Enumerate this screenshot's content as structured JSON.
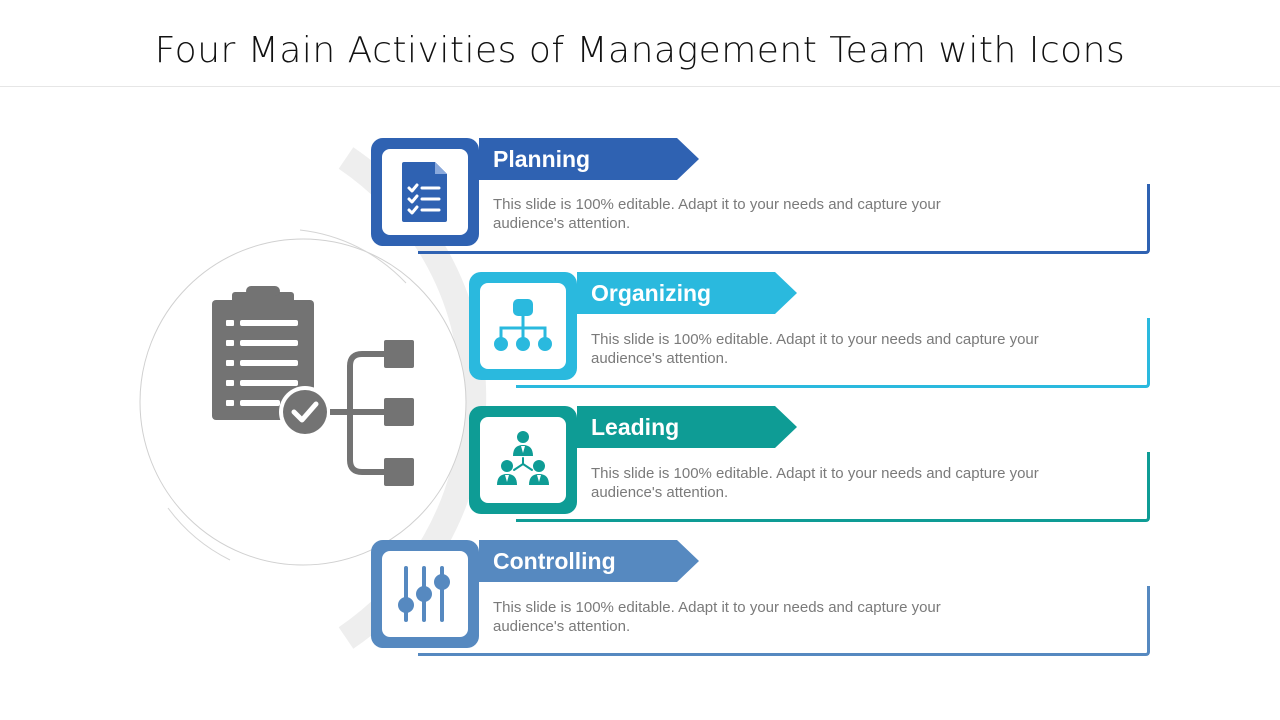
{
  "title": "Four Main Activities of Management Team with Icons",
  "hub": {
    "icon": "clipboard-hierarchy-icon"
  },
  "items": [
    {
      "label": "Planning",
      "description": "This slide is 100% editable. Adapt it to your needs and capture your audience's attention.",
      "color": "#2f62b2",
      "icon": "document-checklist-icon"
    },
    {
      "label": "Organizing",
      "description": "This slide is 100% editable. Adapt it to your needs and capture your audience's attention.",
      "color": "#2ab9de",
      "icon": "org-chart-icon"
    },
    {
      "label": "Leading",
      "description": "This slide is 100% editable. Adapt it to your needs and capture your audience's attention.",
      "color": "#0e9c95",
      "icon": "team-leader-icon"
    },
    {
      "label": "Controlling",
      "description": "This slide is 100% editable. Adapt it to your needs and capture your audience's attention.",
      "color": "#5689c0",
      "icon": "control-sliders-icon"
    }
  ]
}
